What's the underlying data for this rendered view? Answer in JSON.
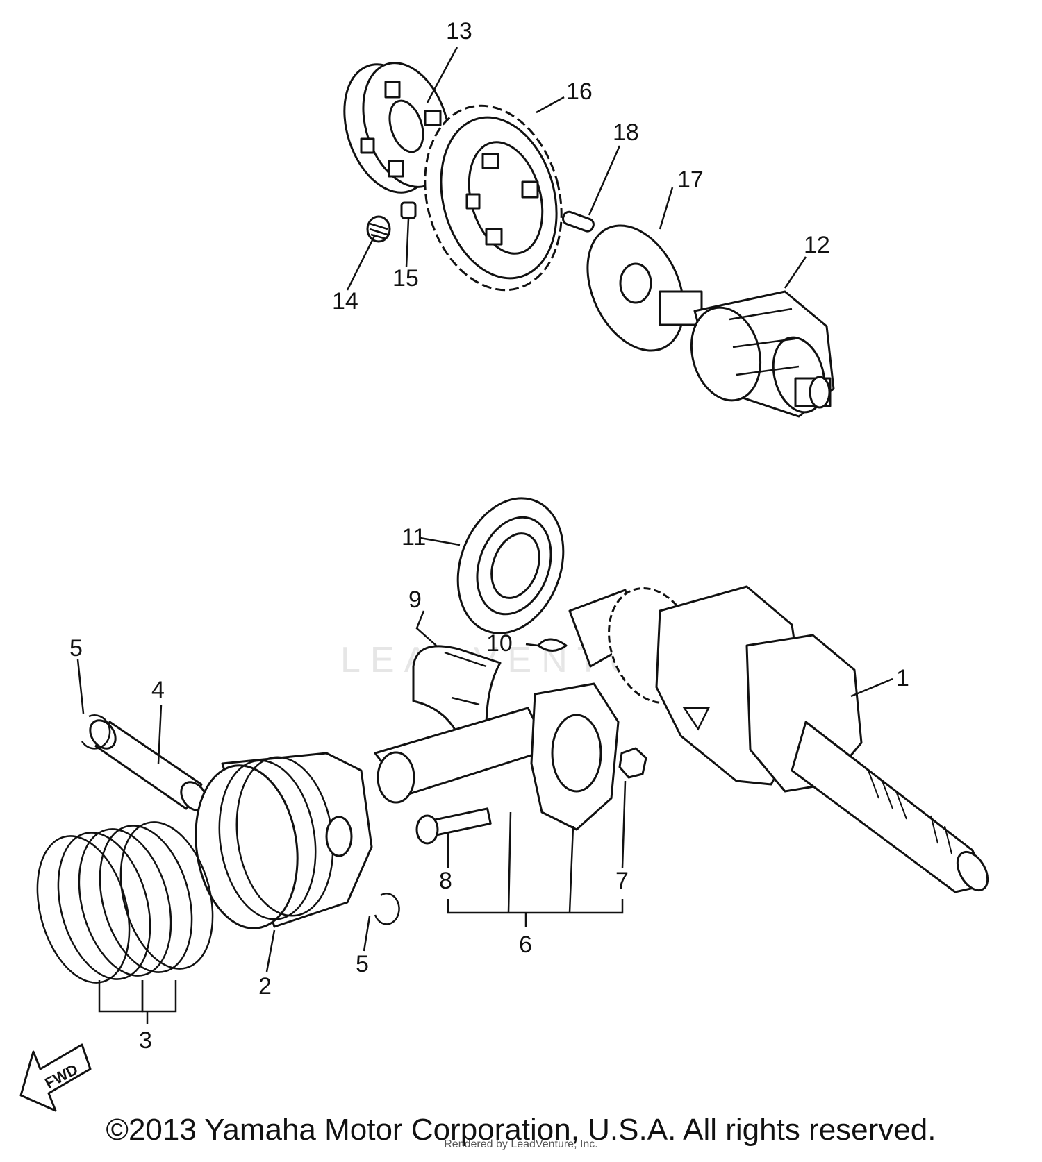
{
  "diagram": {
    "watermark": "LEADVENTURE",
    "fwd_label": "FWD",
    "callouts": [
      "1",
      "2",
      "3",
      "4",
      "5",
      "5",
      "6",
      "7",
      "8",
      "9",
      "10",
      "11",
      "12",
      "13",
      "14",
      "15",
      "16",
      "17",
      "18"
    ]
  },
  "footer": {
    "copyright": "©2013 Yamaha Motor Corporation, U.S.A. All rights reserved.",
    "rendered_by": "Rendered by LeadVenture, Inc."
  }
}
